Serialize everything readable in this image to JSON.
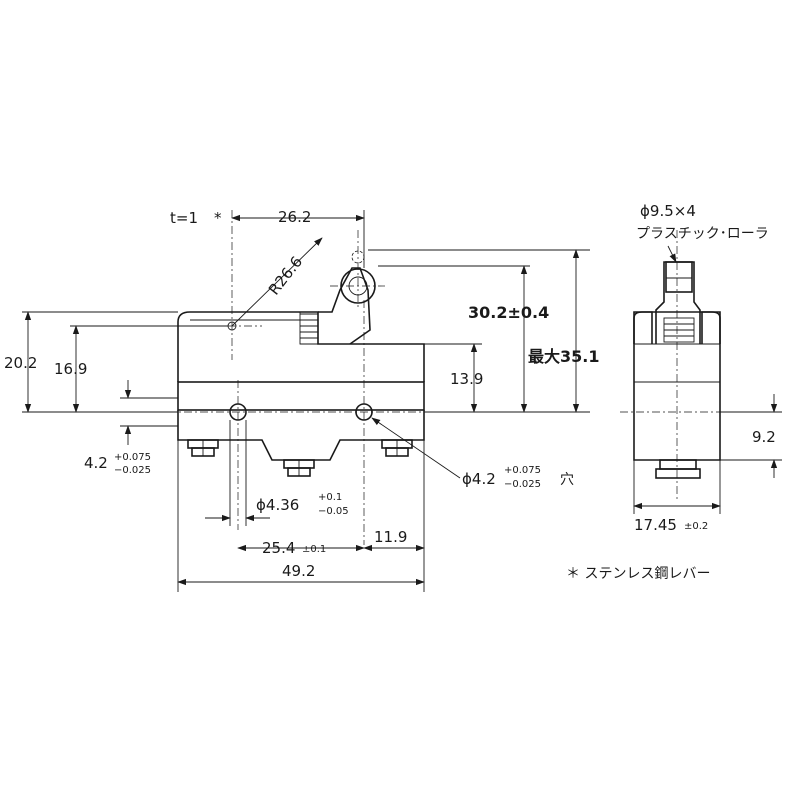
{
  "dimensions": {
    "thickness": "t=1",
    "asterisk": "*",
    "lever_offset": "26.2",
    "lever_radius": "R26.6",
    "height_total_left": "20.2",
    "height_lever_pivot": "16.9",
    "height_button": "13.9",
    "height_roller": "30.2±0.4",
    "height_max": "最大35.1",
    "mount_hole_spacing": "4.2",
    "mount_hole_tol_plus": "+0.075",
    "mount_hole_tol_minus": "−0.025",
    "pin_diameter": "ϕ4.36",
    "pin_tol_plus": "+0.1",
    "pin_tol_minus": "−0.05",
    "hole_diameter": "ϕ4.2",
    "hole_tol_plus": "+0.075",
    "hole_tol_minus": "−0.025",
    "hole_suffix": "穴",
    "hole_pitch": "25.4",
    "hole_pitch_tol": "±0.1",
    "edge_to_hole": "11.9",
    "body_length": "49.2",
    "side_height": "9.2",
    "side_width": "17.45",
    "side_width_tol": "±0.2"
  },
  "notes": {
    "roller_size": "ϕ9.5×4",
    "roller_material": "プラスチック･ローラ",
    "lever_material": "＊ ステンレス鋼レバー"
  }
}
